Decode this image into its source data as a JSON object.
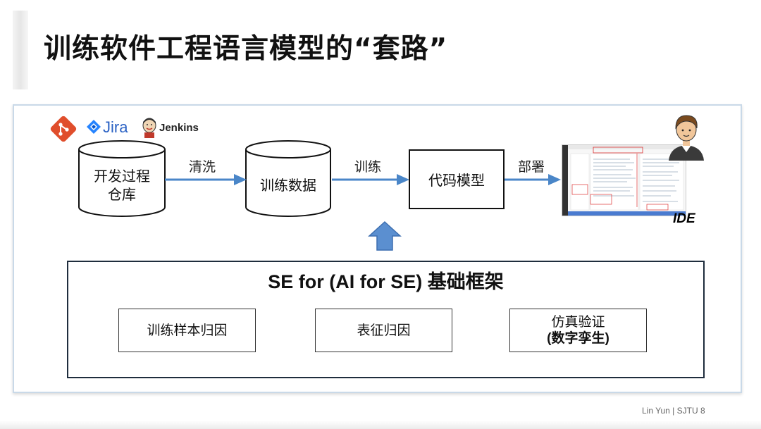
{
  "slide": {
    "title": "训练软件工程语言模型的“套路”",
    "footer": "Lin Yun | SJTU 8"
  },
  "sources": {
    "logos": [
      "git-logo",
      "jira-logo",
      "jenkins-logo"
    ],
    "jira_text": "Jira",
    "jenkins_text": "Jenkins"
  },
  "pipeline": {
    "repo_line1": "开发过程",
    "repo_line2": "仓库",
    "clean_label": "清洗",
    "data_label": "训练数据",
    "train_label": "训练",
    "model_label": "代码模型",
    "deploy_label": "部署",
    "ide_label": "IDE"
  },
  "framework": {
    "title": "SE for (AI for SE) 基础框架",
    "box1": "训练样本归因",
    "box2": "表征归因",
    "box3_line1": "仿真验证",
    "box3_line2": "(数字孪生)"
  },
  "colors": {
    "arrow": "#4a86c8",
    "up_arrow": "#5b8fd0",
    "git": "#e04e2c",
    "jira": "#2b62c4"
  }
}
